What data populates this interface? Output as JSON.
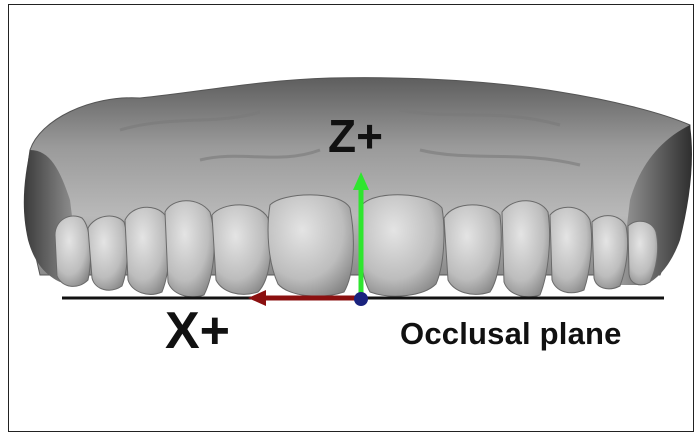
{
  "labels": {
    "z_axis": "Z+",
    "x_axis": "X+",
    "plane": "Occlusal plane"
  },
  "colors": {
    "z_axis": "#2fe62f",
    "x_axis": "#8b1010",
    "origin": "#1a237e",
    "plane_line": "#111111",
    "model": "#a8a8a8"
  },
  "figure": {
    "subject": "upper-dental-arch-3d-model"
  }
}
